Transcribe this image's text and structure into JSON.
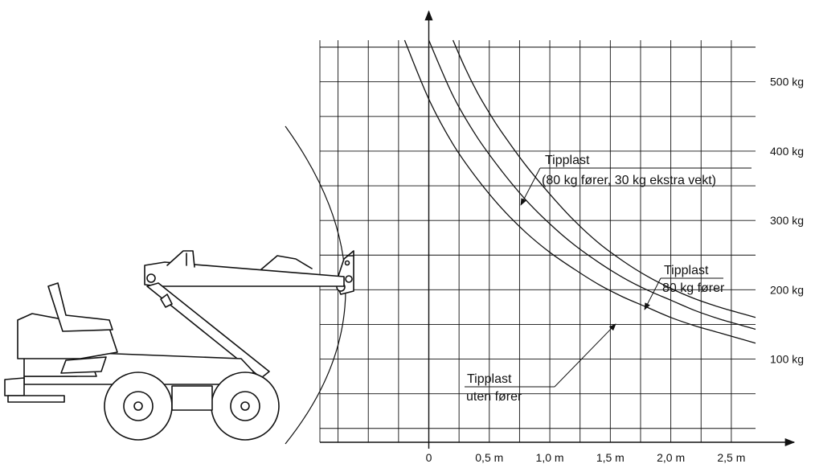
{
  "chart_data": {
    "type": "line",
    "x_tick_labels": [
      "0",
      "0,5 m",
      "1,0 m",
      "1,5 m",
      "2,0 m",
      "2,5 m"
    ],
    "y_tick_labels": [
      "100 kg",
      "200 kg",
      "300 kg",
      "400 kg",
      "500 kg"
    ],
    "xlim": [
      -0.9,
      2.7
    ],
    "ylim": [
      -20,
      560
    ],
    "grid": true,
    "series": [
      {
        "name": "Tipplast (80 kg fører, 30 kg ekstra vekt)",
        "x": [
          0.2,
          0.3,
          0.4,
          0.5,
          0.6,
          0.8,
          1.0,
          1.2,
          1.4,
          1.6,
          1.8,
          2.0,
          2.2,
          2.4,
          2.6,
          2.7
        ],
        "y": [
          560,
          520,
          485,
          455,
          428,
          380,
          338,
          300,
          268,
          242,
          220,
          202,
          187,
          175,
          165,
          160
        ]
      },
      {
        "name": "Tipplast 80 kg fører",
        "x": [
          0.0,
          0.2,
          0.4,
          0.6,
          0.8,
          1.0,
          1.2,
          1.4,
          1.6,
          1.8,
          2.0,
          2.2,
          2.4,
          2.6,
          2.7
        ],
        "y": [
          560,
          480,
          420,
          372,
          330,
          295,
          265,
          240,
          218,
          200,
          185,
          170,
          158,
          148,
          143
        ]
      },
      {
        "name": "Tipplast uten fører",
        "x": [
          -0.2,
          0.0,
          0.2,
          0.4,
          0.6,
          0.8,
          1.0,
          1.2,
          1.4,
          1.6,
          1.8,
          2.0,
          2.2,
          2.4,
          2.6,
          2.7
        ],
        "y": [
          560,
          475,
          410,
          360,
          318,
          283,
          254,
          230,
          208,
          190,
          175,
          160,
          148,
          138,
          128,
          123
        ]
      }
    ],
    "annotations": [
      {
        "lines": [
          "Tipplast",
          "(80 kg fører, 30 kg ekstra vekt)"
        ]
      },
      {
        "lines": [
          "Tipplast",
          "80 kg fører"
        ]
      },
      {
        "lines": [
          "Tipplast",
          "uten fører"
        ]
      }
    ]
  }
}
